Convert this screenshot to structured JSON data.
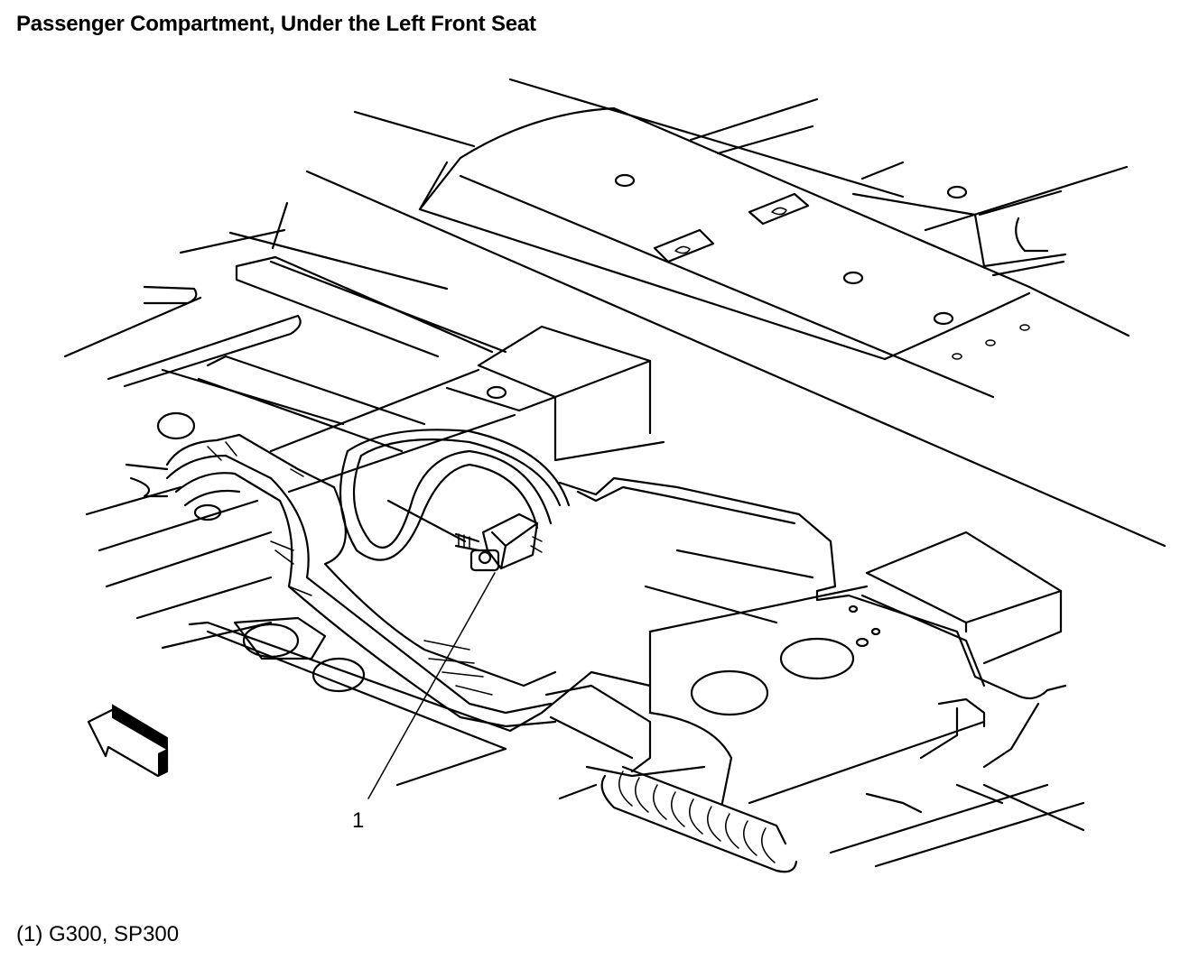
{
  "title": "Passenger Compartment, Under the Left Front Seat",
  "callouts": [
    {
      "number": "1",
      "component": "G300, SP300"
    }
  ],
  "legend": [
    {
      "text": "(1) G300, SP300"
    }
  ],
  "icons": {
    "direction_arrow": "arrow-forward-icon",
    "ground_bolt": "ground-bolt-icon",
    "splice_pack": "splice-pack-icon"
  }
}
